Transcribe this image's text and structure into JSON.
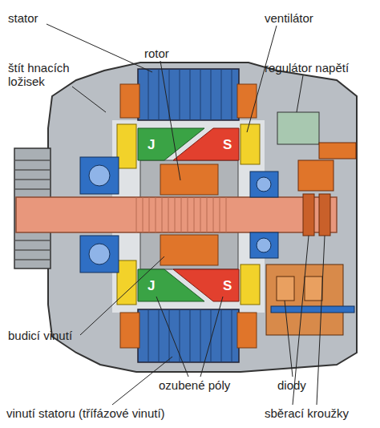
{
  "diagram": {
    "labels": [
      "stator",
      "ventilátor",
      "rotor",
      "štít hnacích ložisek",
      "regulátor napětí",
      "J",
      "S",
      "J",
      "S",
      "budicí vinutí",
      "ozubené póly",
      "diody",
      "vinutí statoru (třífázové vinutí)",
      "sběrací kroužky"
    ]
  }
}
